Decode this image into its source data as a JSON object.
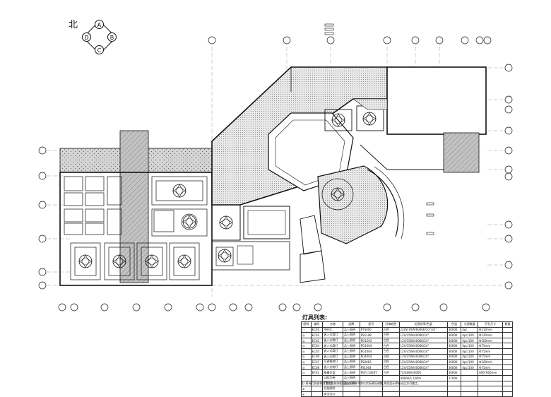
{
  "drawing": {
    "north_label": "北",
    "compass_letters": [
      "A",
      "B",
      "C",
      "D"
    ]
  },
  "legend": {
    "title": "灯具列表:",
    "headers": [
      "图例",
      "编号",
      "名称",
      "品牌",
      "型号",
      "灯体颜色",
      "光源功率/色温",
      "色温",
      "光源数量",
      "开孔尺寸",
      "数量"
    ],
    "rows": [
      [
        "○",
        "EC01",
        "PAR灯",
        "品上照明",
        "PT4400",
        "白色",
        "220V/70W/6000K/10°/35°",
        "3000K",
        "4pc",
        "Φ110mm",
        ""
      ],
      [
        "◎",
        "EC02",
        "嵌入式筒灯",
        "品上照明",
        "PS5108",
        "白色",
        "12V/35W/4000K/24°",
        "3000K",
        "4pc/100",
        "Φ120mm",
        ""
      ],
      [
        "◎",
        "EC03",
        "嵌入式筒灯",
        "品上照明",
        "PG1203",
        "白色",
        "12V/35W/4000K/24°",
        "3000K",
        "4pc/100",
        "Φ100mm",
        ""
      ],
      [
        "◎",
        "EC04",
        "嵌入式筒灯",
        "品上照明",
        "PG1004",
        "白色",
        "12V/35W/4000K/24°",
        "3000K",
        "4pc/100",
        "Φ75mm",
        ""
      ],
      [
        "◎",
        "EC05",
        "嵌入式筒灯",
        "品上照明",
        "PG1004",
        "白色",
        "12V/35W/4000K/24°",
        "3000K",
        "4pc/100",
        "Φ75mm",
        ""
      ],
      [
        "◎",
        "EC06",
        "嵌入式射灯",
        "品上照明",
        "PG4004",
        "白色",
        "12V/35W/4000K/24°",
        "3000K",
        "4pc/100",
        "Φ75mm",
        ""
      ],
      [
        "◎",
        "EC07",
        "可调角射灯",
        "品上照明",
        "PS0063",
        "白色",
        "12V/35W/4000K/24°",
        "3000K",
        "4pc/100",
        "Φ100mm",
        ""
      ],
      [
        "◎",
        "EC08",
        "嵌入式射灯",
        "品上照明",
        "PS1004",
        "白色",
        "12V/35W/4000K/24°",
        "3000K",
        "4pc/100",
        "Φ75mm",
        ""
      ],
      [
        "▭",
        "EF01",
        "格栅灯盘",
        "品上照明",
        "PGF1140ST",
        "白色",
        "T5/28W/4000K",
        "3000K",
        "",
        "600*600mm",
        ""
      ],
      [
        "",
        "",
        "LED灯带",
        "品上照明",
        "",
        "",
        "4000K/1.1W/m",
        "3700K",
        "",
        "",
        ""
      ],
      [
        "- - -",
        "",
        "T5灯管",
        "品上照明",
        "",
        "",
        "",
        "",
        "",
        "",
        ""
      ],
      [
        "⊕",
        "",
        "应急照明",
        "",
        "",
        "",
        "",
        "",
        "",
        "",
        ""
      ],
      [
        "+",
        "",
        "安全出口",
        "",
        "",
        "",
        "",
        "",
        "",
        "",
        ""
      ]
    ],
    "note": "注: 所有灯具安装位置应与装饰图纸核对,如有冲突以实际情况调整,并经设计师确认后方可施工。"
  }
}
